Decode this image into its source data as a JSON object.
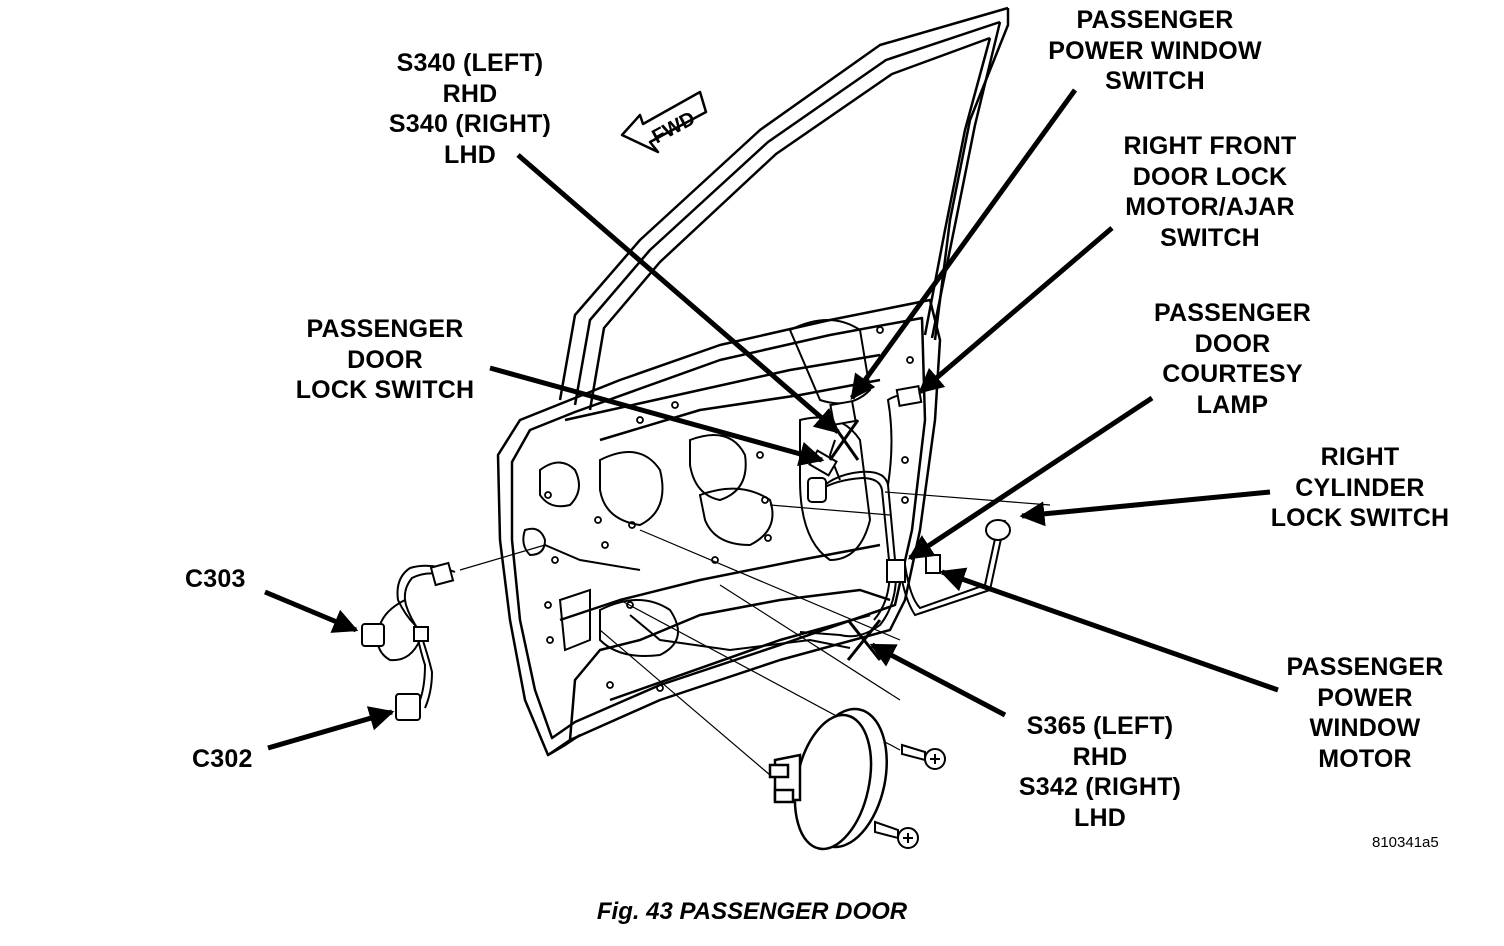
{
  "caption": "Fig. 43 PASSENGER DOOR",
  "figure_id": "810341a5",
  "direction_marker": "FWD",
  "colors": {
    "ink": "#000000",
    "paper": "#ffffff"
  },
  "labels": {
    "s340": "S340 (LEFT)\nRHD\nS340 (RIGHT)\nLHD",
    "power_window_switch": "PASSENGER\nPOWER WINDOW\nSWITCH",
    "door_lock_motor": "RIGHT FRONT\nDOOR LOCK\nMOTOR/AJAR\nSWITCH",
    "door_lock_switch": "PASSENGER\nDOOR\nLOCK SWITCH",
    "courtesy_lamp": "PASSENGER\nDOOR\nCOURTESY\nLAMP",
    "cylinder_lock_switch": "RIGHT\nCYLINDER\nLOCK SWITCH",
    "c303": "C303",
    "c302": "C302",
    "power_window_motor": "PASSENGER\nPOWER\nWINDOW\nMOTOR",
    "s365": "S365 (LEFT)\nRHD\nS342 (RIGHT)\nLHD"
  }
}
